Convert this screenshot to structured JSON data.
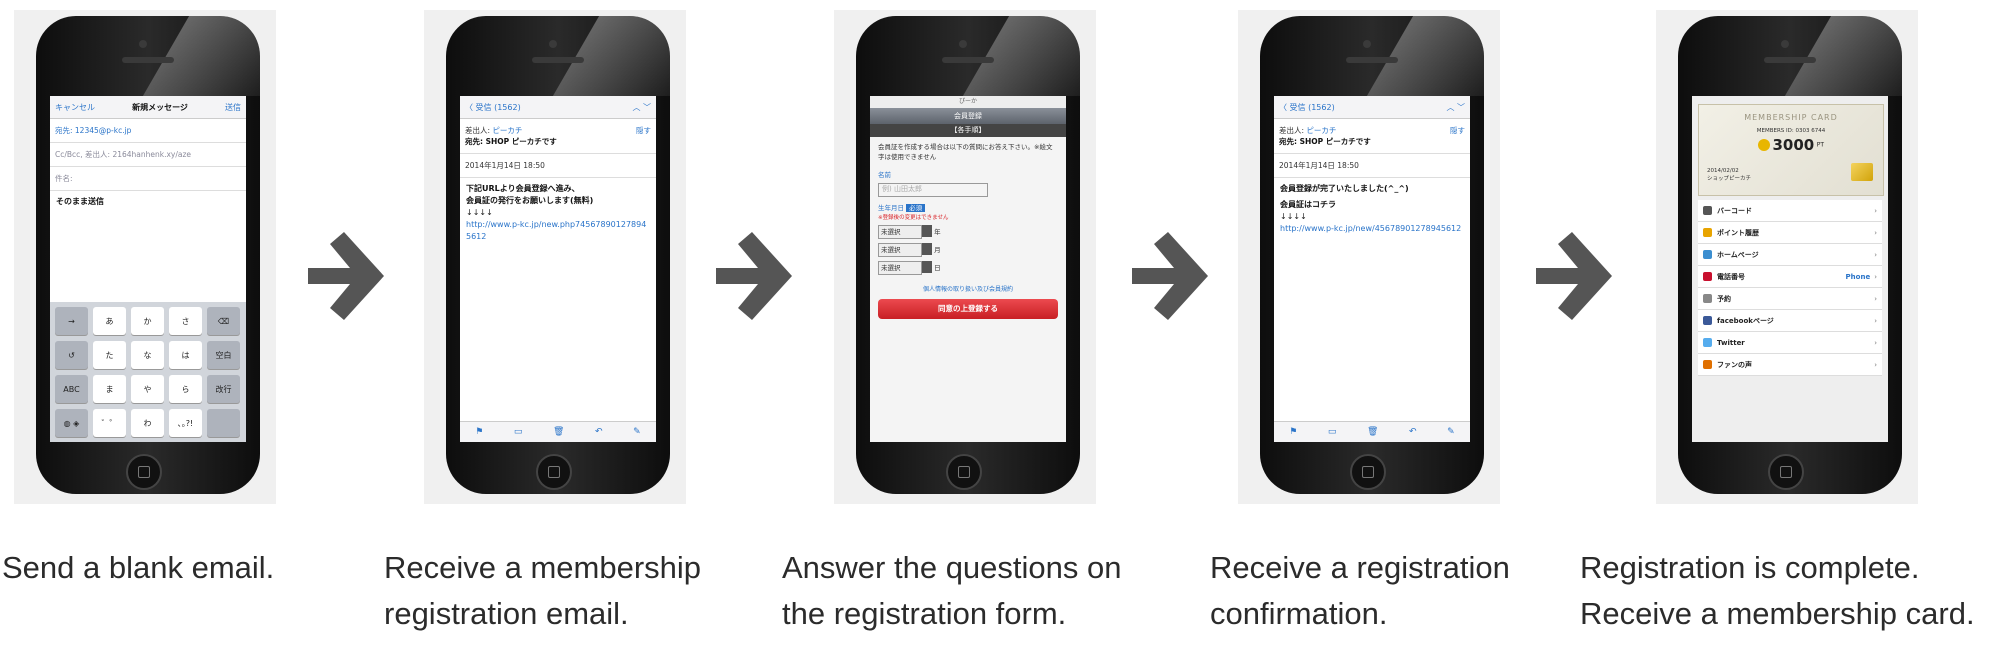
{
  "steps": [
    {
      "label_lines": [
        "Send a blank email."
      ]
    },
    {
      "label_lines": [
        "Receive a membership",
        "registration email."
      ]
    },
    {
      "label_lines": [
        "Answer the questions on",
        "the registration form."
      ]
    },
    {
      "label_lines": [
        "Receive a registration",
        "confirmation."
      ]
    },
    {
      "label_lines": [
        "Registration is complete.",
        "Receive a membership card."
      ]
    }
  ],
  "screen1": {
    "cancel": "キャンセル",
    "title": "新規メッセージ",
    "send": "送信",
    "to": "宛先: 12345@p-kc.jp",
    "cc": "Cc/Bcc, 差出人: 2164hanhenk.xy/aze",
    "subject": "件名:",
    "body": "そのまま送信",
    "keys": [
      [
        "→",
        "あ",
        "か",
        "さ",
        "⌫"
      ],
      [
        "↺",
        "た",
        "な",
        "は",
        "空白"
      ],
      [
        "ABC",
        "ま",
        "や",
        "ら",
        "改行"
      ],
      [
        "◍ ◈",
        "゛゜",
        "わ",
        "､｡?!",
        ""
      ]
    ]
  },
  "mail": {
    "back": "〈 受信 (1562)",
    "from_prefix": "差出人:",
    "from_name": "ピーカチ",
    "to_line": "宛先: SHOP ピーカチです",
    "hide": "隠す",
    "date": "2014年1月14日 18:50"
  },
  "screen2": {
    "line1": "下記URLより会員登録へ進み、",
    "line2": "会員証の発行をお願いします(無料)",
    "arrows": "↓↓↓↓",
    "url": "http://www.p-kc.jp/new.php745678901278945612"
  },
  "screen3": {
    "site": "ぴーか",
    "header": "会員登録",
    "subheader": "【各手順】",
    "intro": "会員証を作成する場合は以下の質問にお答え下さい。※絵文字は使用できません",
    "name_label": "名前",
    "name_placeholder": "例) 山田太郎",
    "birthday_label": "生年月日",
    "required": "必須",
    "note": "※登録後の変更はできません",
    "select_default": "未選択",
    "year": "年",
    "month": "月",
    "day": "日",
    "privacy_link": "個人情報の取り扱い及び会員規約",
    "submit": "同意の上登録する"
  },
  "screen4": {
    "line1": "会員登録が完了いたしました(^_^)",
    "line2": "会員証はコチラ",
    "arrows": "↓↓↓↓",
    "url": "http://www.p-kc.jp/new/45678901278945612"
  },
  "screen5": {
    "card_title": "MEMBERSHIP CARD",
    "member_no": "MEMBERS ID: 0303 6744",
    "points": "3000",
    "points_unit": "PT",
    "card_date": "2014/02/02",
    "card_shop": "ショップピーカチ",
    "menu": [
      {
        "label": "バーコード",
        "icon_color": "#555555",
        "extra": ""
      },
      {
        "label": "ポイント履歴",
        "icon_color": "#e8a400",
        "extra": ""
      },
      {
        "label": "ホームページ",
        "icon_color": "#3b8ed0",
        "extra": ""
      },
      {
        "label": "電話番号",
        "icon_color": "#c8102e",
        "extra": "Phone"
      },
      {
        "label": "予約",
        "icon_color": "#888888",
        "extra": ""
      },
      {
        "label": "facebookページ",
        "icon_color": "#3b5998",
        "extra": ""
      },
      {
        "label": "Twitter",
        "icon_color": "#55acee",
        "extra": ""
      },
      {
        "label": "ファンの声",
        "icon_color": "#e07000",
        "extra": ""
      }
    ]
  },
  "colors": {
    "arrow": "#555555",
    "link": "#2a74c9",
    "button_red": "#d9262b"
  }
}
